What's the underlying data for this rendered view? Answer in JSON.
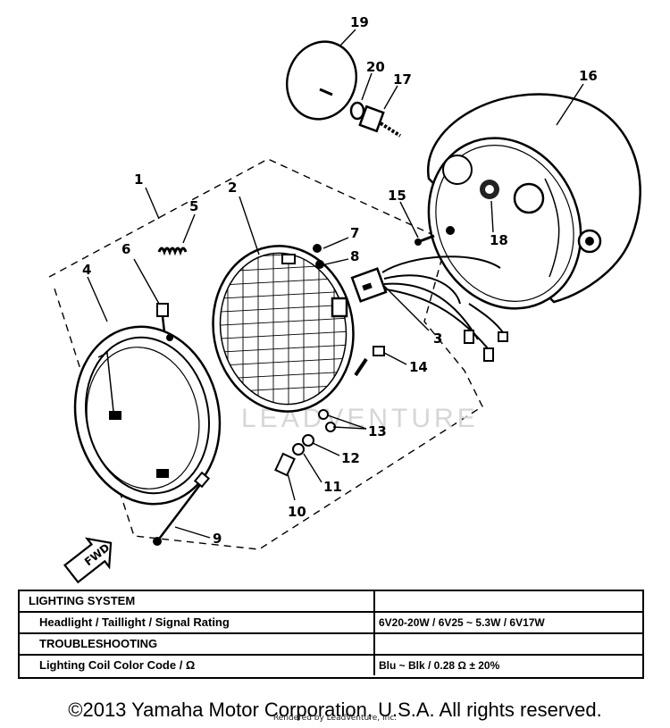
{
  "watermark": "LEADVENTURE",
  "fwd_label": "FWD",
  "callouts": [
    "1",
    "2",
    "3",
    "4",
    "5",
    "6",
    "7",
    "8",
    "9",
    "10",
    "11",
    "12",
    "13",
    "14",
    "15",
    "16",
    "17",
    "18",
    "19",
    "20"
  ],
  "table": {
    "rows": [
      {
        "label": "LIGHTING SYSTEM",
        "value": ""
      },
      {
        "label": "Headlight / Taillight / Signal Rating",
        "value": "6V20-20W / 6V25 ~ 5.3W / 6V17W"
      },
      {
        "label": "TROUBLESHOOTING",
        "value": ""
      },
      {
        "label": "Lighting Coil Color Code / Ω",
        "value": "Blu ~ Blk / 0.28 Ω ± 20%"
      }
    ]
  },
  "copyright": "©2013 Yamaha Motor Corporation, U.S.A. All rights reserved.",
  "rendered_by": "Rendered by LeadVenture, Inc."
}
